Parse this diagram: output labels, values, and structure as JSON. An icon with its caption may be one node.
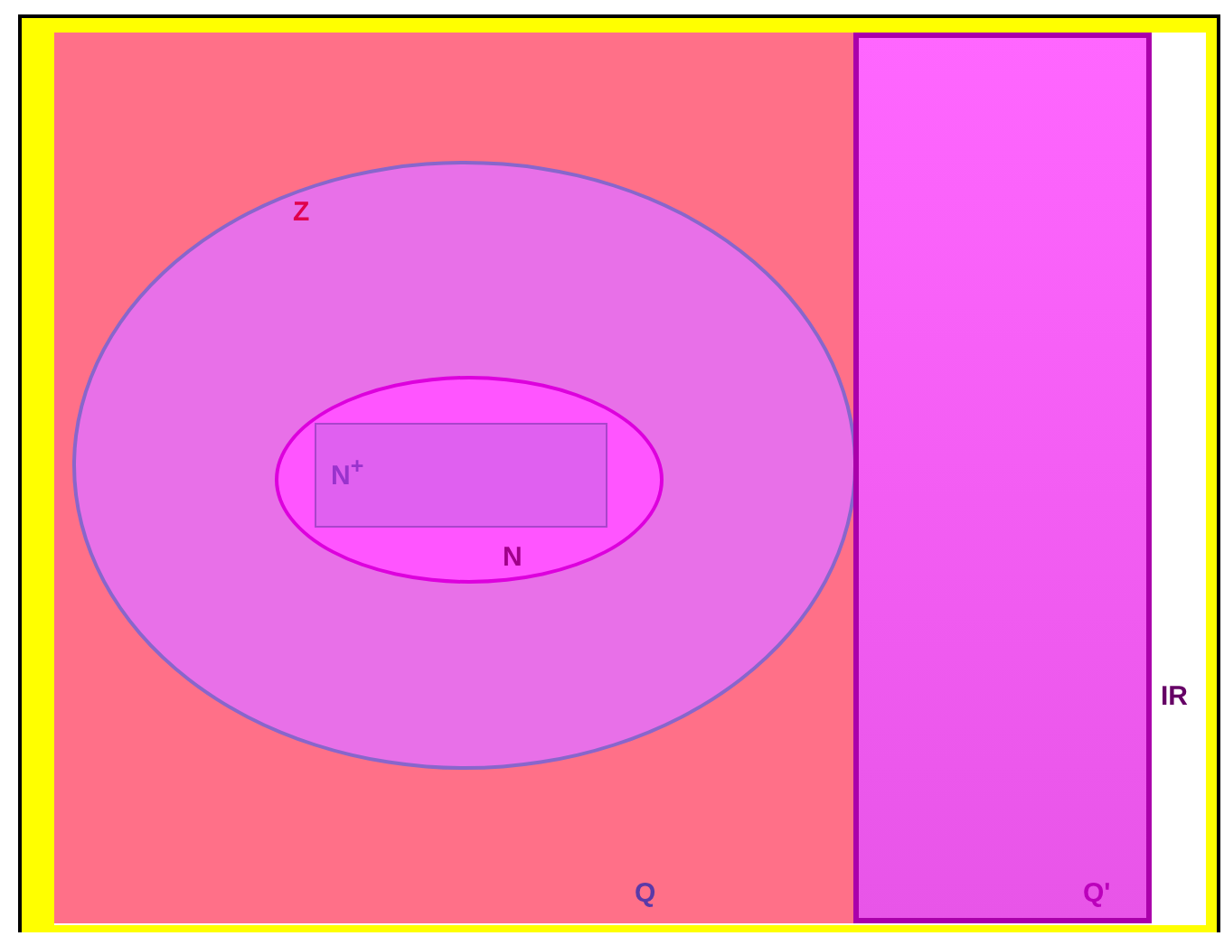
{
  "diagram": {
    "nodes": [
      {
        "text": [
          "IR"
        ]
      },
      {
        "text": [
          "Q"
        ],
        "in": 0
      },
      {
        "text": [
          "Z"
        ],
        "in": 1
      },
      {
        "text": [
          "N"
        ],
        "in": 2
      },
      {
        "text": [
          "N$^{+}$"
        ],
        "in": 3
      },
      {
        "text": [
          "Q'"
        ],
        "in": 0
      }
    ]
  }
}
